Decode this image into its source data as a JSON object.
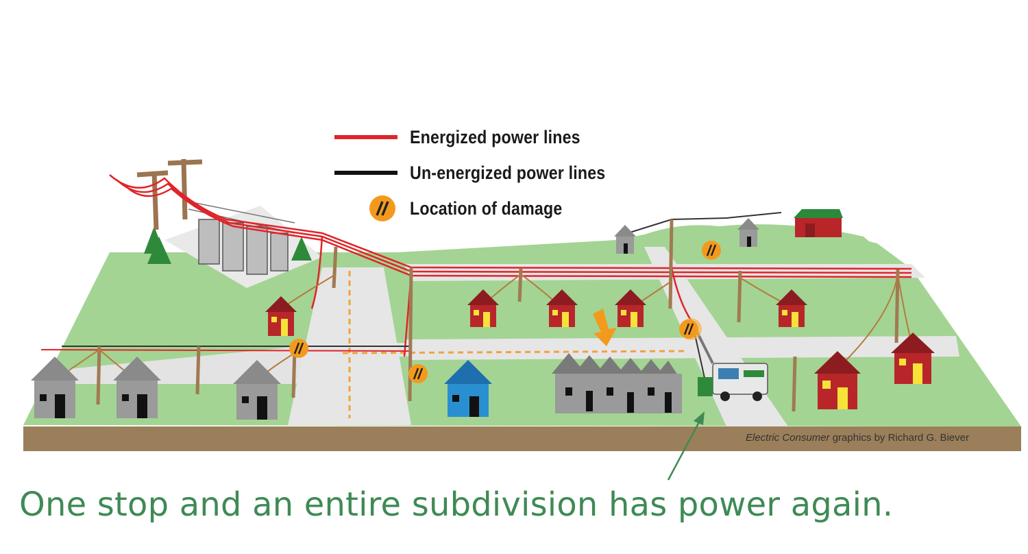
{
  "legend": {
    "energized_label": "Energized power lines",
    "unenergized_label": "Un-energized power lines",
    "damage_label": "Location of damage",
    "energized_color": "#e0242a",
    "unenergized_color": "#111111",
    "damage_color": "#f39a1e"
  },
  "credit": {
    "publication": "Electric Consumer",
    "byline": " graphics by Richard G. Biever"
  },
  "caption": "One stop and an entire subdivision has power again.",
  "colors": {
    "grass": "#9fd28e",
    "road": "#e6e6e6",
    "ground": "#9b7f5a",
    "house_powered": "#b8262a",
    "house_unpowered": "#8f8f8f",
    "house_repaired": "#2a8fd0",
    "window_lit": "#f7e23a",
    "caption_green": "#3f8a55"
  }
}
